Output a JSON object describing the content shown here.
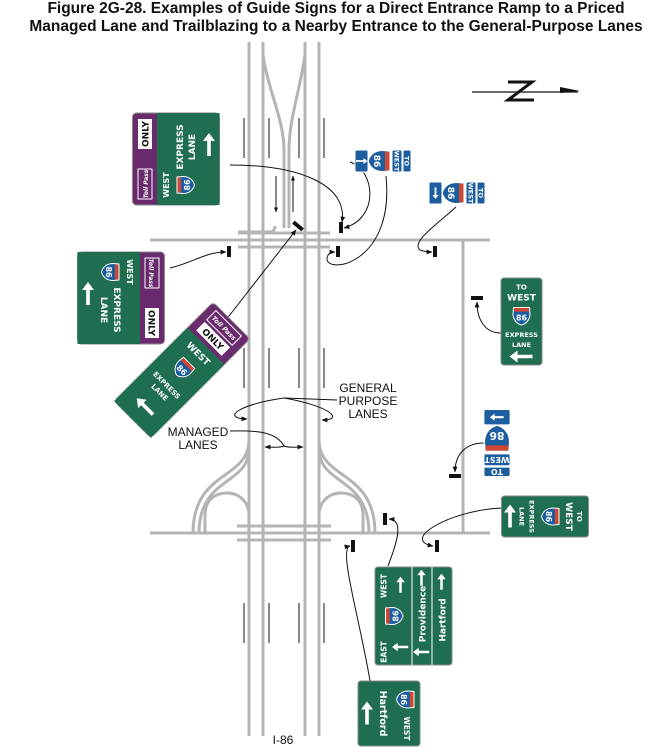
{
  "title": {
    "line1": "Figure 2G-28.  Examples of Guide Signs for a Direct Entrance Ramp to a Priced",
    "line2": "Managed Lane and Trailblazing to a Nearby Entrance to the General-Purpose Lanes"
  },
  "labels": {
    "general_purpose": [
      "GENERAL",
      "PURPOSE",
      "LANES"
    ],
    "managed": [
      "MANAGED",
      "LANES"
    ],
    "freeway": "I-86",
    "north": "N"
  },
  "colors": {
    "green": "#1f6e50",
    "purple": "#6a2a6e",
    "blue": "#1c5e9f",
    "red": "#d2452f",
    "road": "#b4b4b4"
  },
  "signs": {
    "express_lane_a": {
      "toll": "Toll Pass",
      "only": "ONLY",
      "dir": "WEST",
      "route": "86",
      "line1": "EXPRESS",
      "line2": "LANE"
    },
    "express_lane_b": {
      "toll": "Toll Pass",
      "only": "ONLY",
      "dir": "WEST",
      "route": "86",
      "line1": "EXPRESS",
      "line2": "LANE"
    },
    "express_lane_c": {
      "toll": "Toll Pass",
      "only": "ONLY",
      "dir": "WEST",
      "route": "86",
      "line1": "EXPRESS",
      "line2": "LANE"
    },
    "trailblazer_a": {
      "to": "TO",
      "dir": "WEST",
      "route": "86"
    },
    "trailblazer_b": {
      "to": "TO",
      "dir": "WEST",
      "route": "86"
    },
    "trailblazer_c": {
      "to": "TO",
      "dir": "WEST",
      "route": "86"
    },
    "to_express_a": {
      "to": "TO",
      "dir": "WEST",
      "route": "86",
      "line1": "EXPRESS",
      "line2": "LANE"
    },
    "to_express_b": {
      "to": "TO",
      "dir": "WEST",
      "route": "86",
      "line1": "EXPRESS",
      "line2": "LANE"
    },
    "overhead": {
      "east": "EAST",
      "route": "86",
      "west": "WEST",
      "dest1": "Providence",
      "dest2": "Hartford"
    },
    "hartford": {
      "route": "86",
      "dir": "WEST",
      "dest": "Hartford"
    }
  }
}
